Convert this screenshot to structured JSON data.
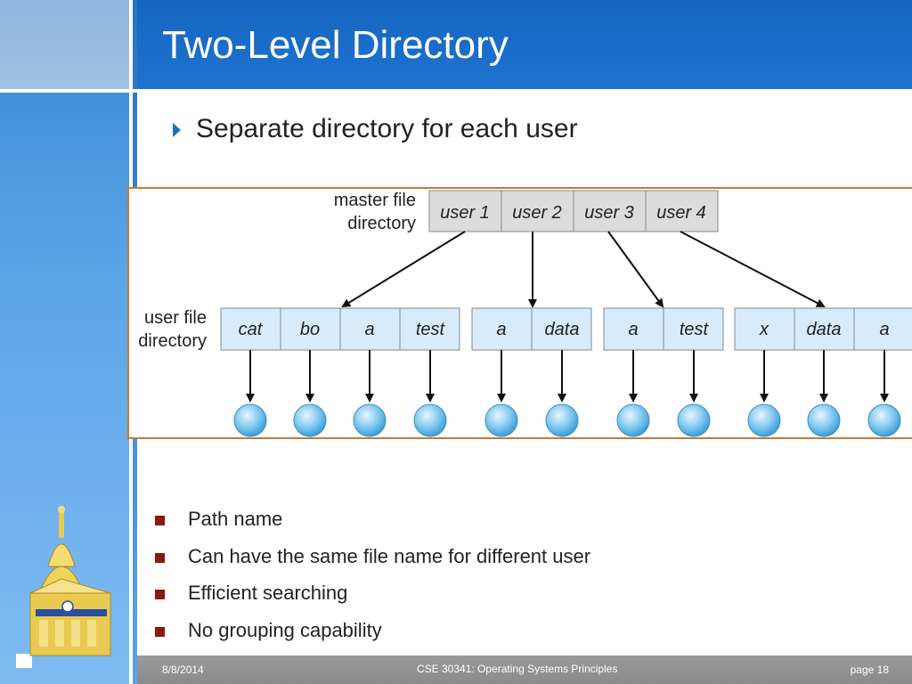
{
  "slide": {
    "title": "Two-Level Directory",
    "main_bullet": "Separate directory for each user",
    "sub_bullets": [
      "Path name",
      "Can have the same file name for different user",
      "Efficient searching",
      "No grouping capability"
    ]
  },
  "diagram": {
    "master_label_line1": "master file",
    "master_label_line2": "directory",
    "master_entries": [
      "user 1",
      "user 2",
      "user 3",
      "user 4"
    ],
    "user_label_line1": "user file",
    "user_label_line2": "directory",
    "user_directories": [
      [
        "cat",
        "bo",
        "a",
        "test"
      ],
      [
        "a",
        "data"
      ],
      [
        "a",
        "test"
      ],
      [
        "x",
        "data",
        "a"
      ]
    ]
  },
  "footer": {
    "date": "8/8/2014",
    "course": "CSE 30341: Operating Systems Principles",
    "page": "page 18"
  },
  "colors": {
    "header_blue": "#1565c0",
    "bullet_marker": "#8b1a0e",
    "diagram_border": "#c47a3a",
    "cell_fill": "#d7ebfb",
    "master_cell_fill": "#dcdcdc",
    "file_node_fill": "#7fc7ef"
  },
  "icons": {
    "logo": "golden-dome-icon",
    "main_bullet": "triangle-right-icon",
    "sub_bullet": "square-bullet-icon"
  }
}
